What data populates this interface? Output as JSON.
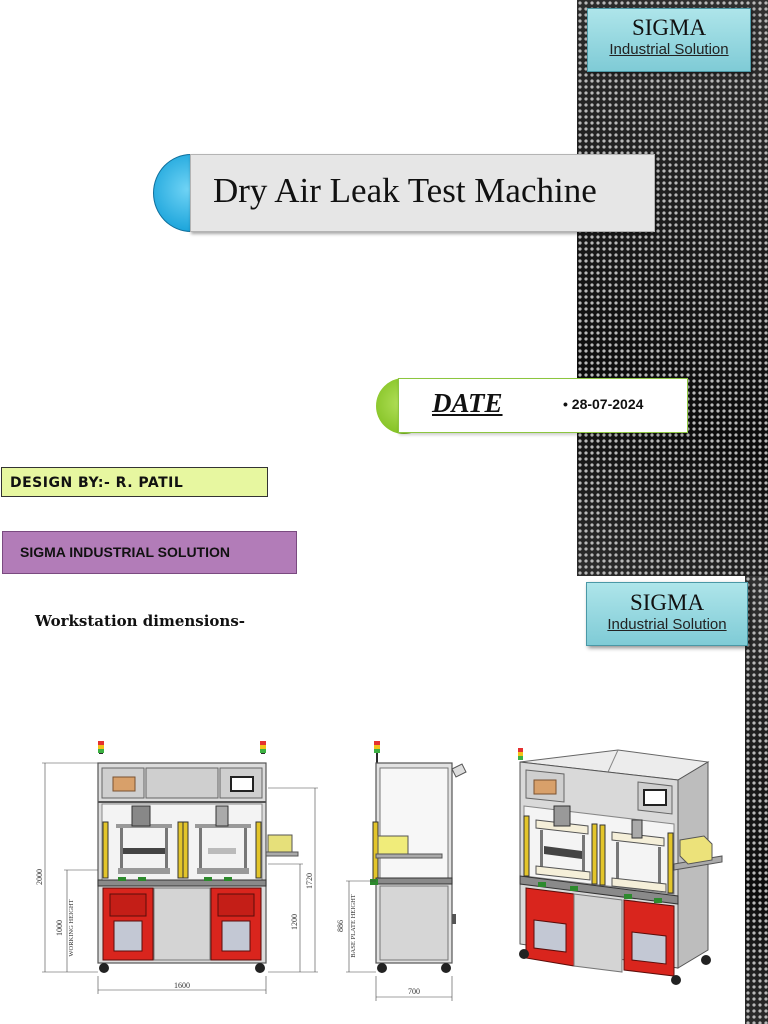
{
  "slide1": {
    "brand": {
      "title": "SIGMA",
      "subtitle": "Industrial Solution"
    },
    "main_title": "Dry Air Leak Test Machine",
    "date": {
      "label": "DATE",
      "value": "• 28-07-2024"
    },
    "design_by": "DESIGN BY:- R. PATIL",
    "company": "SIGMA INDUSTRIAL SOLUTION"
  },
  "slide2": {
    "brand": {
      "title": "SIGMA",
      "subtitle": "Industrial Solution"
    },
    "heading": "Workstation dimensions-",
    "front_view": {
      "overall_height": "2000",
      "working_height_value": "1000",
      "working_height_label": "WORKING HEIGHT",
      "frame_height": "1720",
      "table_height": "1200",
      "width": "1600"
    },
    "side_view": {
      "base_plate_height_value": "886",
      "base_plate_height_label": "BASE PLATE HEIGHT",
      "depth": "700"
    }
  },
  "colors": {
    "sigma_box": "#8fd3dc",
    "title_disc": "#1ea6dc",
    "date_disc": "#8cc63f",
    "design_by_bg": "#e7f7a0",
    "company_bg": "#b27cb8",
    "machine_red": "#d9251d",
    "machine_frame": "#b9b9b9"
  }
}
